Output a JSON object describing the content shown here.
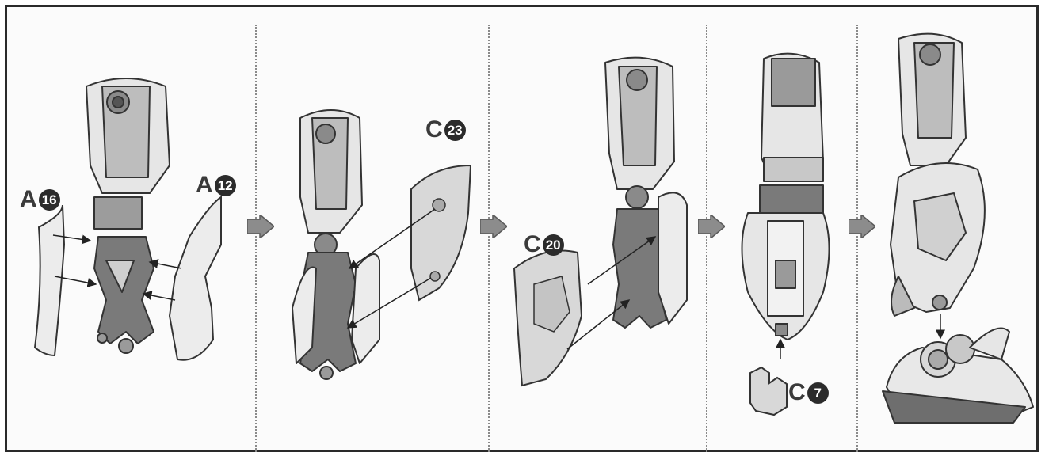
{
  "steps": [
    {
      "parts": [
        {
          "letter": "A",
          "number": "16"
        },
        {
          "letter": "A",
          "number": "12"
        }
      ]
    },
    {
      "parts": [
        {
          "letter": "C",
          "number": "23"
        }
      ]
    },
    {
      "parts": [
        {
          "letter": "C",
          "number": "20"
        }
      ]
    },
    {
      "parts": [
        {
          "letter": "C",
          "number": "7"
        }
      ]
    },
    {
      "parts": []
    }
  ],
  "colors": {
    "frame": "#2a2a2a",
    "part_light": "#e6e6e6",
    "part_mid": "#bdbdbd",
    "part_dark": "#6e6e6e",
    "arrow": "#8c8c8c"
  },
  "icons": [
    "step-arrow-icon"
  ]
}
